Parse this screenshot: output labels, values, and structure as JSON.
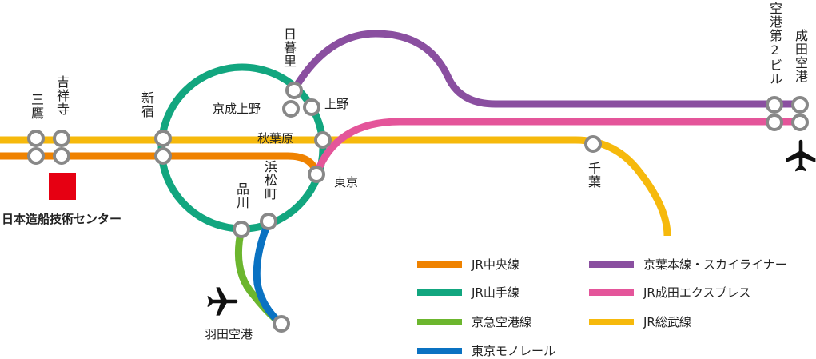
{
  "lines": [
    {
      "key": "chuo",
      "name": "JR中央線",
      "color": "#ef8200"
    },
    {
      "key": "yamanote",
      "name": "JR山手線",
      "color": "#12a67f"
    },
    {
      "key": "keikyu",
      "name": "京急空港線",
      "color": "#6cb62e"
    },
    {
      "key": "monorail",
      "name": "東京モノレール",
      "color": "#0a72c2"
    },
    {
      "key": "skyliner",
      "name": "京葉本線・スカイライナー",
      "color": "#8a4fa0"
    },
    {
      "key": "nex",
      "name": "JR成田エクスプレス",
      "color": "#e4559a"
    },
    {
      "key": "sobu",
      "name": "JR総武線",
      "color": "#f6b90c"
    }
  ],
  "stations": {
    "mitaka": "三鷹",
    "kichijoji": "吉祥寺",
    "shinjuku": "新宿",
    "nippori": "日暮里",
    "keisei_ueno": "京成上野",
    "ueno": "上野",
    "akihabara": "秋葉原",
    "tokyo": "東京",
    "hamamatsucho": "浜松町",
    "shinagawa": "品川",
    "chiba": "千葉",
    "haneda": "羽田空港",
    "narita_t2": "空港第2ビル",
    "narita": "成田空港"
  },
  "landmark": {
    "name": "日本造船技術センター",
    "color": "#e60012"
  }
}
